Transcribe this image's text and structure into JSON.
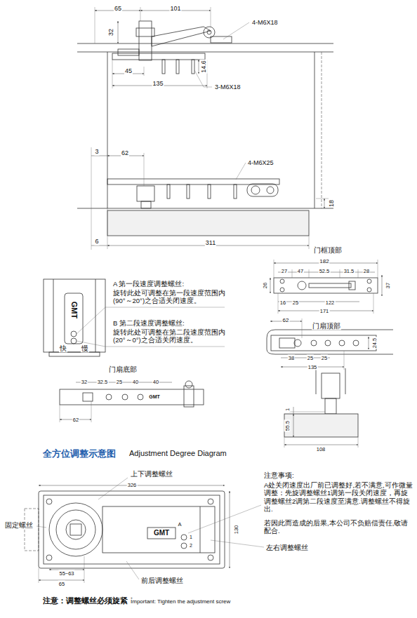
{
  "diagram": {
    "title": "全方位调整示意图",
    "labels": [
      "65",
      "101",
      "32",
      "4-M6X18",
      "45",
      "14.6",
      "135",
      "3-M6X18",
      "3",
      "62",
      "4-M6X25",
      "18",
      "6",
      "311",
      "门框顶部",
      "182",
      "27",
      "47",
      "52.5",
      "31.5",
      "28",
      "26",
      "37",
      "16",
      "25",
      "122",
      "171",
      "GMT",
      "快",
      "慢",
      "A 第一段速度调整螺丝:",
      "旋转此处可调整在第一段速度范围内(90°～20°)之合适关闭速度。",
      "B 第二段速度调整螺丝:",
      "旋转此处可调整在第二段速度范围内(20°～0°)之合适关闭速度。",
      "门扇顶部",
      "62",
      "24.5",
      "38",
      "25",
      "25",
      "135",
      "门扇底部",
      "32",
      "32.5",
      "25",
      "40",
      "40",
      "GMT",
      "62",
      "1",
      "55.5",
      "108",
      "Adjustment Degree Diagram",
      "上下调整螺丝",
      "326",
      "固定螺丝",
      "GMT",
      "A",
      "1",
      "2",
      "前后调整螺丝",
      "55~63",
      "65",
      "130",
      "左右调整螺丝",
      "注意事项:",
      "A处关闭速度出厂前已调整好,若不满意,可作微量调整：先旋调整螺丝1调第一段关闭速度，再旋调整螺丝2调第二段速度至满意.调整螺丝不得旋出.",
      "若因此而造成的后果,本公司不负赔偿责任,敬请配合.",
      "注意：调整螺丝必须旋紧！",
      "Important: Tighten the adjustment screw"
    ]
  }
}
